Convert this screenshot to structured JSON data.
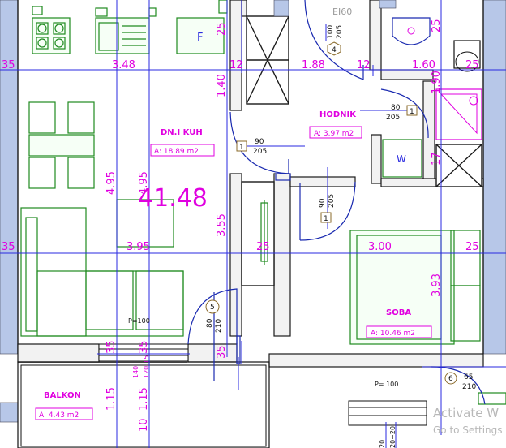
{
  "rooms": {
    "kitchen": {
      "name": "DN.I KUH",
      "area": "A: 18.89 m2"
    },
    "hall": {
      "name": "HODNIK",
      "area": "A: 3.97 m2"
    },
    "bedroom": {
      "name": "SOBA",
      "area": "A: 10.46 m2"
    },
    "balcony": {
      "name": "BALKON",
      "area": "A: 4.43 m2"
    }
  },
  "total_area": "41.48",
  "labels": {
    "fire_door": "EI60",
    "fridge": "F",
    "washer": "W"
  },
  "dimensions": {
    "d_35_left": "35",
    "d_348": "3.48",
    "d_12_a": "12",
    "d_188": "1.88",
    "d_12_b": "12",
    "d_160": "1.60",
    "d_25_top_right": "25",
    "d_25_top_mid": "25",
    "d_25_top_far": "25",
    "d_140": "1.40",
    "d_190": "1.90",
    "d_17": "17",
    "d_495_a": "4.95",
    "d_495_b": "4.95",
    "d_355": "3.55",
    "d_35_mid_left": "35",
    "d_395": "3.95",
    "d_25_mid": "25",
    "d_300": "3.00",
    "d_25_mid_right": "25",
    "d_393": "3.93",
    "d_35_low_a": "35",
    "d_35_low_b": "35",
    "d_35_low_c": "35",
    "d_115_a": "1.15",
    "d_115_b": "1.15",
    "d_10": "10",
    "d_140_small": "140",
    "d_120_small": "120",
    "d_15_small": "15",
    "d_20_20": "20+20",
    "d_20_small": "20"
  },
  "doors": {
    "entry": {
      "w": "100",
      "h": "205",
      "tag": "4"
    },
    "bath": {
      "w": "80",
      "h": "205",
      "tag": "1"
    },
    "kitchen": {
      "w": "90",
      "h": "205",
      "tag": "1"
    },
    "bedroom": {
      "w": "90",
      "h": "205",
      "tag": "1"
    },
    "balcony": {
      "w": "80",
      "h": "210",
      "tag": "5"
    },
    "bedroom_window": {
      "w": "65",
      "h": "210",
      "tag": "6"
    }
  },
  "windows": {
    "living": "P=100",
    "bedroom": "P= 100"
  },
  "watermark": {
    "line1": "Activate W",
    "line2": "Go to Settings"
  },
  "colors": {
    "dimension": "#2a2ae0",
    "text_magenta": "#e000e0",
    "furniture": "#1f8a1f",
    "wall_hatch": "#b7c7e8"
  }
}
